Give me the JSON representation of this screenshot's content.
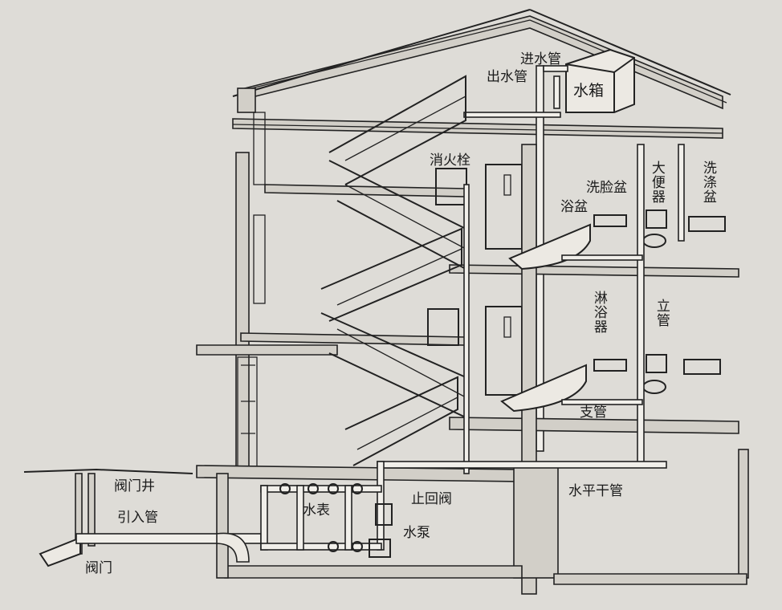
{
  "labels": {
    "inlet_pipe_top": "进水管",
    "outlet_pipe_top": "出水管",
    "water_tank": "水箱",
    "fire_hydrant": "消火栓",
    "washbasin": "洗脸盆",
    "toilet": "大便器",
    "sink": "洗涤盆",
    "bathtub": "浴盆",
    "shower": "淋浴器",
    "riser": "立管",
    "branch_pipe": "支管",
    "horizontal_main": "水平干管",
    "check_valve": "止回阀",
    "water_pump": "水泵",
    "water_meter": "水表",
    "valve_well": "阀门井",
    "service_pipe": "引入管",
    "valve": "阀门"
  }
}
